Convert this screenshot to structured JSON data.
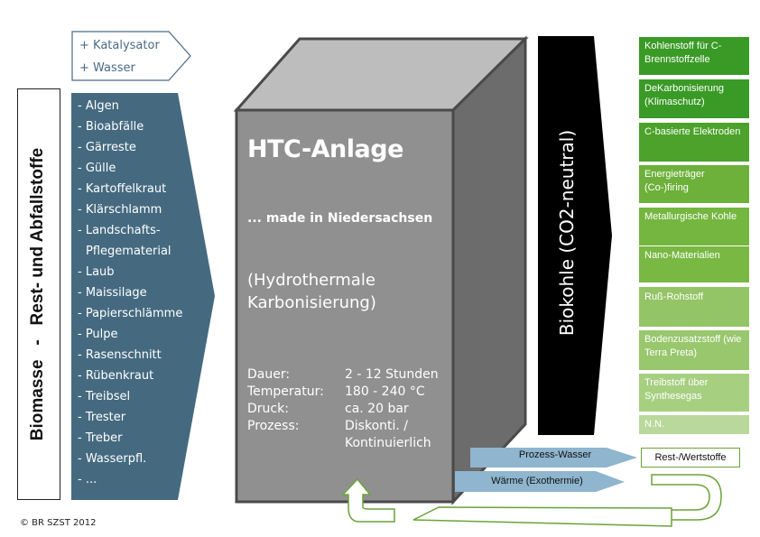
{
  "inputs": [
    "+ Katalysator",
    "+ Wasser"
  ],
  "vertical_label": "Biomasse   -   Rest- und Abfallstoffe",
  "biomass": [
    "- Algen",
    "- Bioabfälle",
    "- Gärreste",
    "- Gülle",
    "- Kartoffelkraut",
    "- Klärschlamm",
    "- Landschafts-",
    "Pflegematerial",
    "- Laub",
    "- Maissilage",
    "- Papierschlämme",
    "- Pulpe",
    "- Rasenschnitt",
    "- Rübenkraut",
    "- Treibsel",
    "- Trester",
    "- Treber",
    "- Wasserpfl.",
    "- ..."
  ],
  "htc": {
    "title": "HTC-Anlage",
    "subtitle": "... made in Niedersachsen",
    "desc_line1": "(Hydrothermale",
    "desc_line2": "Karbonisierung)",
    "params": [
      {
        "k": "Dauer:",
        "v": "2 - 12 Stunden"
      },
      {
        "k": "Temperatur:",
        "v": "180 - 240 °C"
      },
      {
        "k": "Druck:",
        "v": "ca. 20 bar"
      },
      {
        "k": "Prozess:",
        "v": "Diskonti. /"
      },
      {
        "k": "",
        "v": "Kontinuierlich"
      }
    ]
  },
  "biokohle": "Biokohle (CO2-neutral)",
  "products": [
    {
      "text": "Kohlenstoff für C-Brennstoffzelle",
      "color": "#3a9a26"
    },
    {
      "text": "DeKarbonisierung (Klimaschutz)",
      "color": "#3a9a26"
    },
    {
      "text": "C-basierte Elektroden",
      "color": "#4ca22a"
    },
    {
      "text": "Energieträger (Co-)firing",
      "color": "#6db03a"
    },
    {
      "text": "Metallurgische Kohle",
      "color": "#74b63f"
    },
    {
      "text": "Nano-Materialien",
      "color": "#79b843"
    },
    {
      "text": "Ruß-Rohstoff",
      "color": "#93c466"
    },
    {
      "text": "Bodenzusatzstoff (wie Terra Preta)",
      "color": "#98c76d"
    },
    {
      "text": "Treibstoff über Synthesegas",
      "color": "#a6cf80"
    },
    {
      "text": "N.N.",
      "color": "#b9d89b"
    }
  ],
  "outputs": {
    "prozess_wasser": "Prozess-Wasser",
    "waerme": "Wärme (Exothermie)",
    "rest": "Rest-/Wertstoffe"
  },
  "copyright": "© BR SZST 2012",
  "colors": {
    "biomass_arrow": "#456a80",
    "cube_front": "#909090",
    "biokohle_arrow": "#000000",
    "output_arrow": "#8fb5cf",
    "green_outline": "#6aa339"
  }
}
